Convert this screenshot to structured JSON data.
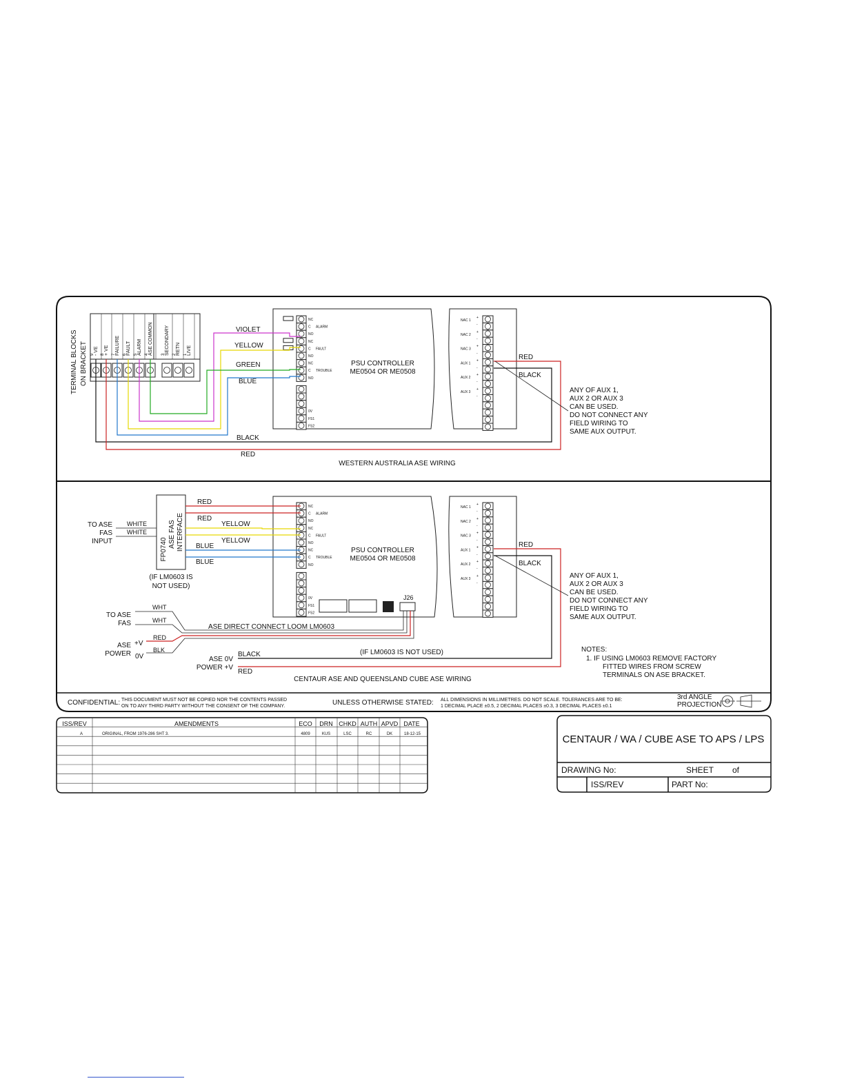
{
  "colors": {
    "violet": "#cc33cc",
    "yellow": "#e6d800",
    "green": "#22aa22",
    "blue": "#2277cc",
    "red": "#cc2222",
    "black": "#111111",
    "link": "#3355cc"
  },
  "terminal_blocks": {
    "title_line1": "TERMINAL BLOCKS",
    "title_line2": "ON BRACKET",
    "labels": [
      "- VE",
      "+ VE",
      "FAILURE",
      "FAULT",
      "ALARM",
      "ASE COMMON",
      "SECONDARY",
      "RETN",
      "LIVE"
    ],
    "numbers": [
      "9",
      "8",
      "7",
      "6",
      "5",
      "4",
      "3",
      "2",
      "1"
    ]
  },
  "psu": {
    "line1": "PSU CONTROLLER",
    "line2": "ME0504 OR ME0508",
    "left_pins": [
      "NC",
      "C",
      "NO",
      "NC",
      "C",
      "NO",
      "NC",
      "C",
      "NO"
    ],
    "relay_labels": [
      "ALARM",
      "FAULT",
      "TROUBLE"
    ],
    "lower_pins": [
      "0V",
      "FS1",
      "FS2"
    ],
    "j26_label": "J26"
  },
  "aux_block": {
    "groups": [
      "NAC 1",
      "NAC 2",
      "NAC 3",
      "AUX 1",
      "AUX 2",
      "AUX 3"
    ],
    "pin_signs": [
      "+",
      "-"
    ]
  },
  "top_section": {
    "wires": [
      "VIOLET",
      "YELLOW",
      "GREEN",
      "BLUE"
    ],
    "red_label": "RED",
    "black_label": "BLACK",
    "bottom_black": "BLACK",
    "bottom_red": "RED",
    "note_lines": [
      "ANY OF AUX 1,",
      "AUX 2 OR AUX 3",
      "CAN BE USED.",
      "DO NOT CONNECT ANY",
      "FIELD WIRING TO",
      "SAME AUX OUTPUT."
    ],
    "caption": "WESTERN AUSTRALIA ASE WIRING"
  },
  "bottom_section": {
    "interface_lines": [
      "FP0740",
      "ASE FAS",
      "INTERFACE"
    ],
    "to_ase_lines": [
      "TO ASE",
      "FAS",
      "INPUT"
    ],
    "white1": "WHITE",
    "white2": "WHITE",
    "if_note_lines": [
      "(IF LM0603 IS",
      "NOT USED)"
    ],
    "wires": [
      "RED",
      "RED",
      "YELLOW",
      "YELLOW",
      "BLUE",
      "BLUE"
    ],
    "red_label": "RED",
    "black_label": "BLACK",
    "note_lines": [
      "ANY OF AUX 1,",
      "AUX 2 OR AUX 3",
      "CAN BE USED.",
      "DO NOT CONNECT ANY",
      "FIELD WIRING TO",
      "SAME AUX OUTPUT."
    ],
    "to_ase_fas_lines": [
      "TO ASE",
      "FAS"
    ],
    "wht1": "WHT",
    "wht2": "WHT",
    "loom": "ASE DIRECT CONNECT LOOM LM0603",
    "ase_power_lines": [
      "ASE",
      "POWER"
    ],
    "plus_v": "+V",
    "zero_v": "0V",
    "red_short": "RED",
    "blk_short": "BLK",
    "ase0v": "ASE 0V",
    "power_plus": "POWER +V",
    "black_long": "BLACK",
    "red_long": "RED",
    "if_not_used": "(IF LM0603 IS NOT USED)",
    "notes_title": "NOTES:",
    "notes_lines": [
      "1.  IF USING LM0603 REMOVE FACTORY",
      "FITTED WIRES FROM SCREW",
      "TERMINALS ON ASE BRACKET."
    ],
    "caption": "CENTAUR ASE AND QUEENSLAND CUBE ASE WIRING"
  },
  "footer": {
    "confidential_label": "CONFIDENTIAL:",
    "confidential_lines": [
      "THIS DOCUMENT MUST NOT BE COPIED NOR THE CONTENTS PASSED",
      "ON TO ANY THIRD PARTY WITHOUT THE CONSENT OF THE COMPANY."
    ],
    "unless_label": "UNLESS OTHERWISE STATED:",
    "unless_lines": [
      "ALL DIMENSIONS IN MILLIMETRES. DO NOT SCALE. TOLERANCES ARE TO BE:",
      "1 DECIMAL PLACE ±0.5, 2 DECIMAL PLACES ±0.3, 3 DECIMAL PLACES ±0.1"
    ],
    "projection_lines": [
      "3rd ANGLE",
      "PROJECTION"
    ]
  },
  "revision_table": {
    "headers": [
      "ISS/REV",
      "AMENDMENTS",
      "ECO",
      "DRN",
      "CHKD",
      "AUTH",
      "APVD",
      "DATE"
    ],
    "rows": [
      [
        "A",
        "ORIGINAL, FROM 1976-286 SHT 3.",
        "4809",
        "KUS",
        "LSC",
        "RC",
        "DK",
        "18-12-15"
      ]
    ]
  },
  "title_block": {
    "title": "CENTAUR / WA / CUBE ASE TO APS / LPS",
    "drawing_no": "DRAWING  No:",
    "sheet": "SHEET",
    "of": "of",
    "iss_rev": "ISS/REV",
    "part_no": "PART  No:"
  }
}
